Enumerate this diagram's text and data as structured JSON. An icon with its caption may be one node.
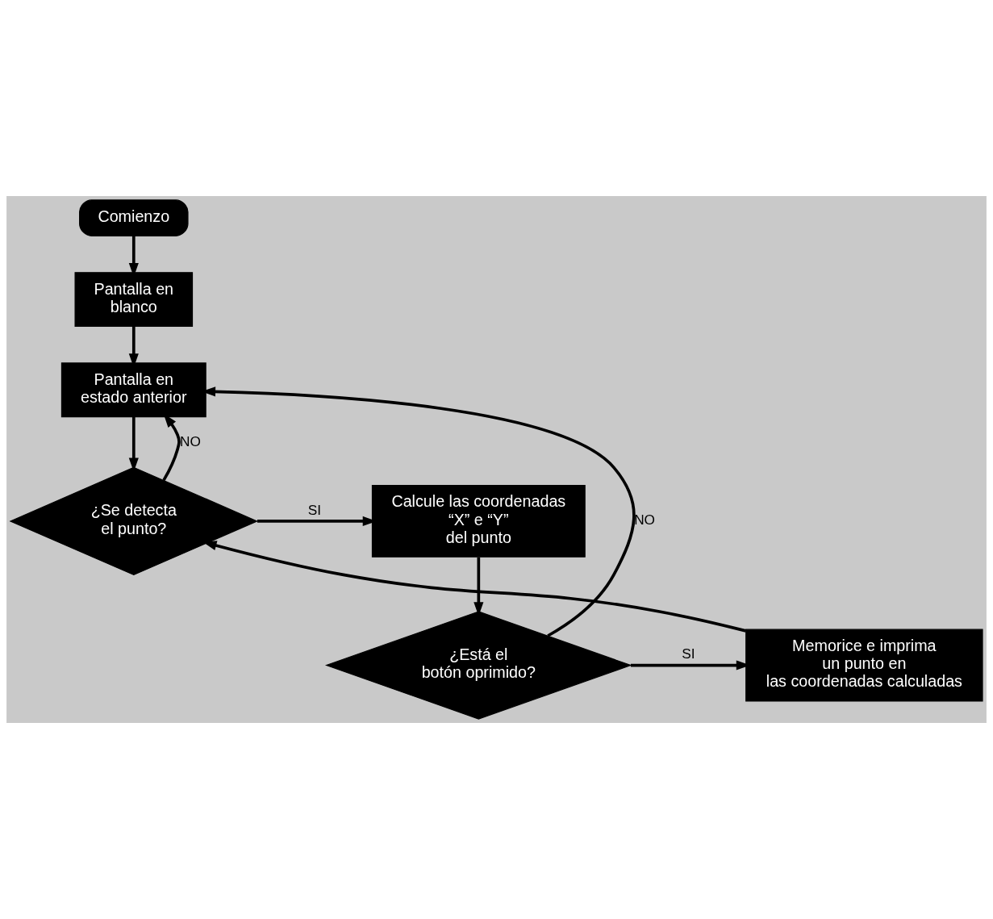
{
  "diagram": {
    "nodes": [
      {
        "text": [
          "Comienzo"
        ]
      },
      {
        "text": [
          "Pantalla en blanco"
        ]
      },
      {
        "text": [
          "Pantalla en estado anterior"
        ]
      },
      {
        "text": [
          "¿Se detecta el punto?"
        ]
      },
      {
        "text": [
          "Calcule las coordenadas “X” e “Y” del punto"
        ]
      },
      {
        "text": [
          "¿Está el botón oprimido?"
        ]
      },
      {
        "text": [
          "Memorice e imprima un punto en las coordenadas calculadas"
        ]
      }
    ],
    "edges": [
      {
        "from": 0,
        "to": 1,
        "arrow": "to"
      },
      {
        "from": 1,
        "to": 2,
        "arrow": "to"
      },
      {
        "from": 2,
        "to": 3,
        "arrow": "to"
      },
      {
        "from": 3,
        "to": 4,
        "arrow": "to",
        "label": "SI"
      },
      {
        "from": 3,
        "to": 2,
        "arrow": "to",
        "label": "NO"
      },
      {
        "from": 4,
        "to": 5,
        "arrow": "to"
      },
      {
        "from": 5,
        "to": 6,
        "arrow": "to",
        "label": "SI"
      },
      {
        "from": 5,
        "to": 2,
        "arrow": "to",
        "label": "NO"
      },
      {
        "from": 6,
        "to": 3,
        "arrow": "to"
      }
    ]
  }
}
